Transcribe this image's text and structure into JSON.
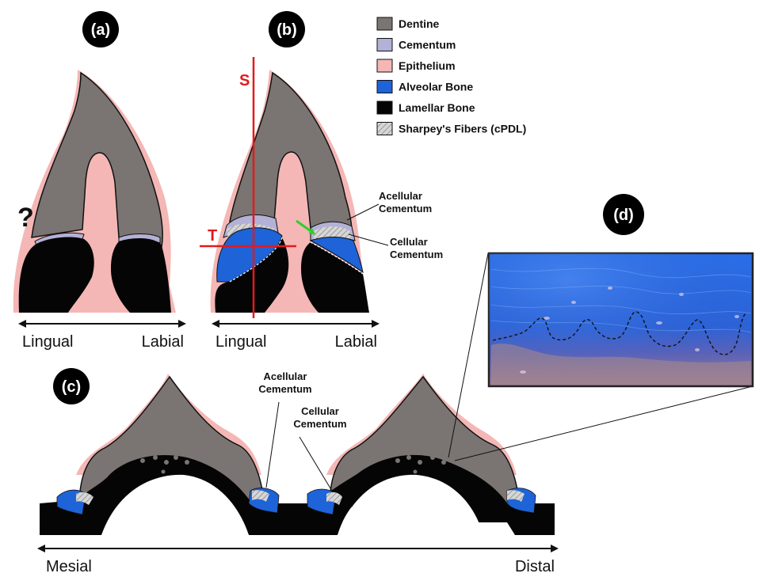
{
  "panels": {
    "a": "(a)",
    "b": "(b)",
    "c": "(c)",
    "d": "(d)"
  },
  "legend": [
    {
      "label": "Dentine",
      "color": "#7a7472",
      "pattern": false
    },
    {
      "label": "Cementum",
      "color": "#b3b1d6",
      "pattern": false
    },
    {
      "label": "Epithelium",
      "color": "#f4b7b5",
      "pattern": false
    },
    {
      "label": "Alveolar Bone",
      "color": "#1e63d8",
      "pattern": false
    },
    {
      "label": "Lamellar Bone",
      "color": "#050505",
      "pattern": false
    },
    {
      "label": "Sharpey's Fibers (cPDL)",
      "color": "#c9c9c9",
      "pattern": true
    }
  ],
  "axes": {
    "a_left": "Lingual",
    "a_right": "Labial",
    "b_left": "Lingual",
    "b_right": "Labial",
    "c_left": "Mesial",
    "c_right": "Distal"
  },
  "annotations": {
    "question": "?",
    "section_s": "S",
    "section_t": "T",
    "b_acellular_line1": "Acellular",
    "b_acellular_line2": "Cementum",
    "b_cellular_line1": "Cellular",
    "b_cellular_line2": "Cementum",
    "c_acellular_line1": "Acellular",
    "c_acellular_line2": "Cementum",
    "c_cellular_line1": "Cellular",
    "c_cellular_line2": "Cementum"
  },
  "colors": {
    "dentine": "#7a7472",
    "cementum": "#b3b1d6",
    "epithelium": "#f4b7b5",
    "alveolar_bone": "#1e63d8",
    "lamellar_bone": "#050505",
    "section_lines": "#e21b1b",
    "arrow_green": "#2ad12a"
  }
}
